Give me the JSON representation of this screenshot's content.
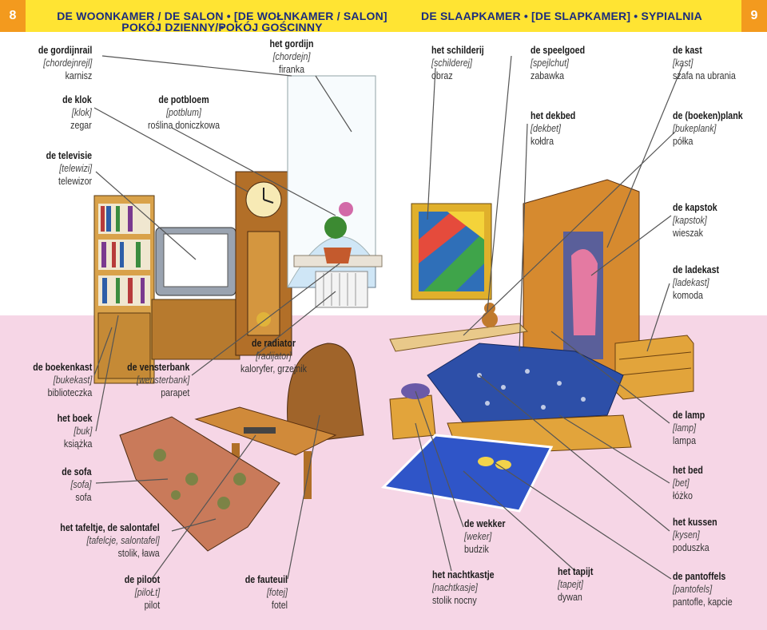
{
  "page_numbers": {
    "left": "8",
    "right": "9"
  },
  "headers": {
    "left_line1": "DE WOONKAMER / DE SALON • [DE WOŁNKAMER / SALON] •",
    "left_line2": "POKÓJ DZIENNY/POKÓJ GOŚCINNY",
    "right": "DE SLAAPKAMER • [DE SLAPKAMER] • SYPIALNIA"
  },
  "colors": {
    "band": "#ffe433",
    "pagenum": "#f39a1e",
    "heading": "#1a2b7e",
    "floor": "#f6d6e6"
  },
  "labels": {
    "gordijnrail": {
      "word": "de gordijnrail",
      "pron": "[chordejnrejl]",
      "trans": "karnisz"
    },
    "klok": {
      "word": "de klok",
      "pron": "[klok]",
      "trans": "zegar"
    },
    "televisie": {
      "word": "de televisie",
      "pron": "[telewizi]",
      "trans": "telewizor"
    },
    "potbloem": {
      "word": "de potbloem",
      "pron": "[potblum]",
      "trans": "roślina doniczkowa"
    },
    "gordijn": {
      "word": "het gordijn",
      "pron": "[chordejn]",
      "trans": "firanka"
    },
    "schilderij": {
      "word": "het schilderij",
      "pron": "[schilderej]",
      "trans": "obraz"
    },
    "speelgoed": {
      "word": "de speelgoed",
      "pron": "[spejlchut]",
      "trans": "zabawka"
    },
    "kast": {
      "word": "de kast",
      "pron": "[kast]",
      "trans": "szafa na ubrania"
    },
    "dekbed": {
      "word": "het dekbed",
      "pron": "[dekbet]",
      "trans": "kołdra"
    },
    "boekenplank": {
      "word": "de (boeken)plank",
      "pron": "[bukeplank]",
      "trans": "półka"
    },
    "kapstok": {
      "word": "de kapstok",
      "pron": "[kapstok]",
      "trans": "wieszak"
    },
    "ladekast": {
      "word": "de ladekast",
      "pron": "[ladekast]",
      "trans": "komoda"
    },
    "boekenkast": {
      "word": "de boekenkast",
      "pron": "[bukekast]",
      "trans": "biblioteczka"
    },
    "vensterbank": {
      "word": "de vensterbank",
      "pron": "[wensterbank]",
      "trans": "parapet"
    },
    "radiator": {
      "word": "de radiator",
      "pron": "[radijator]",
      "trans": "kaloryfer, grzejnik"
    },
    "boek": {
      "word": "het boek",
      "pron": "[buk]",
      "trans": "książka"
    },
    "lamp": {
      "word": "de lamp",
      "pron": "[lamp]",
      "trans": "lampa"
    },
    "sofa": {
      "word": "de sofa",
      "pron": "[sofa]",
      "trans": "sofa"
    },
    "bed": {
      "word": "het bed",
      "pron": "[bet]",
      "trans": "łóżko"
    },
    "tafeltje": {
      "word": "het tafeltje, de salontafel",
      "pron": "[tafelcje, salontafel]",
      "trans": "stolik, ława"
    },
    "wekker": {
      "word": "de wekker",
      "pron": "[weker]",
      "trans": "budzik"
    },
    "kussen": {
      "word": "het kussen",
      "pron": "[kysen]",
      "trans": "poduszka"
    },
    "piloot": {
      "word": "de piloot",
      "pron": "[piloŁt]",
      "trans": "pilot"
    },
    "fauteuil": {
      "word": "de fauteuil",
      "pron": "[fotej]",
      "trans": "fotel"
    },
    "nachtkastje": {
      "word": "het nachtkastje",
      "pron": "[nachtkasje]",
      "trans": "stolik nocny"
    },
    "tapijt": {
      "word": "het tapijt",
      "pron": "[tapejt]",
      "trans": "dywan"
    },
    "pantoffels": {
      "word": "de pantoffels",
      "pron": "[pantofels]",
      "trans": "pantofle, kapcie"
    }
  }
}
